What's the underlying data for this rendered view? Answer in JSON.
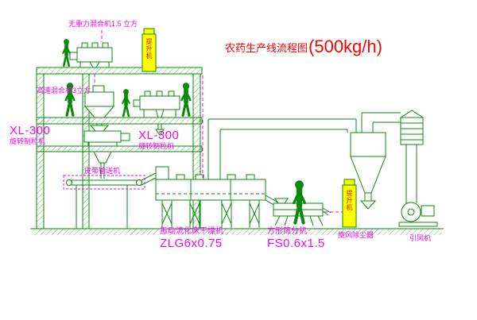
{
  "title": {
    "text": "农药生产线流程图",
    "capacity": "(500kg/h)"
  },
  "colors": {
    "drawing_line": "#0a8a0a",
    "label": "#ff00ff",
    "title": "#ff0000",
    "elevator_fill": "#ffff00",
    "elevator_text": "#ff0000",
    "background": "#ffffff"
  },
  "equipment": {
    "gravity_mixer": {
      "label": "无重力混合机1.5 立方"
    },
    "high_speed_mixer": {
      "label": "高速混合机3立方"
    },
    "granulator_left": {
      "model": "XL-300",
      "name": "旋转制粒机"
    },
    "granulator_right": {
      "model": "XL-300",
      "name": "旋转制粒机"
    },
    "belt_conveyor": {
      "label": "皮带输送机"
    },
    "fluid_bed_dryer": {
      "name": "振动流化床干燥机",
      "model": "ZLG6x0.75"
    },
    "square_sifter": {
      "name": "方形筛分机",
      "model": "FS0.6x1.5"
    },
    "cyclone": {
      "label": "旋风除尘器"
    },
    "induced_fan": {
      "label": "引风机"
    },
    "elevator_top": {
      "label": "提升机"
    },
    "elevator_right": {
      "label": "提升机"
    }
  }
}
